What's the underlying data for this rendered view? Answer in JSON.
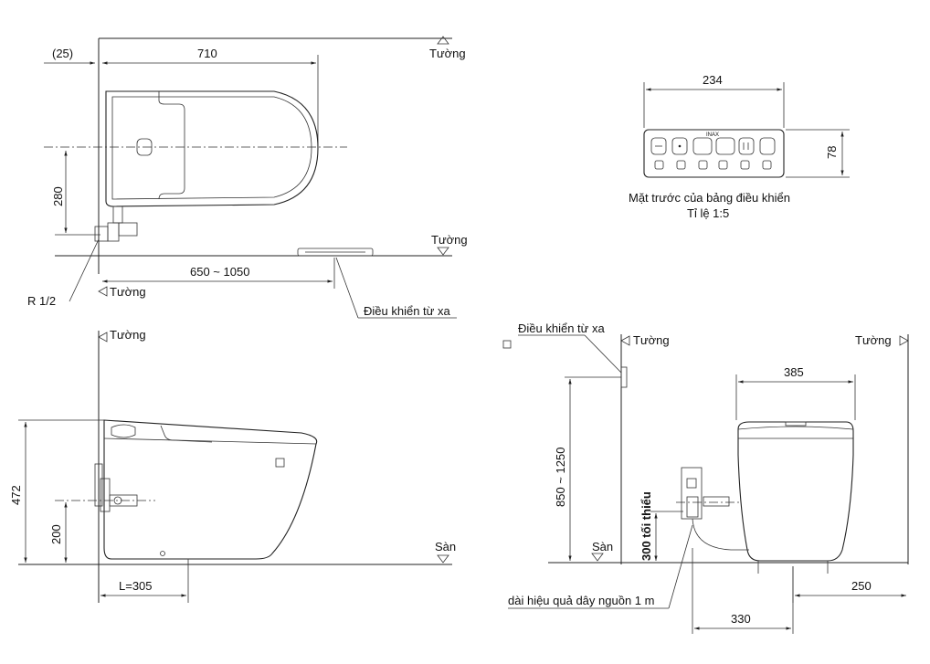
{
  "labels": {
    "top_wall_right": "Tường",
    "top_mid_wall": "Tường",
    "top_left_wall": "Tường",
    "dim_25": "(25)",
    "dim_710": "710",
    "dim_280": "280",
    "dim_650_1050": "650 ~ 1050",
    "r12": "R 1/2",
    "remote": "Điều khiển từ xa",
    "panel_width": "234",
    "panel_height": "78",
    "panel_caption": "Mặt trước của bảng điều khiển",
    "panel_scale": "Tỉ lệ 1:5",
    "panel_brand": "INAX",
    "side_wall": "Tường",
    "dim_472": "472",
    "dim_200": "200",
    "floor_left": "Sàn",
    "dim_l305": "L=305",
    "front_remote": "Điều khiển từ xa",
    "front_wall_left": "Tường",
    "front_wall_right": "Tường",
    "dim_385": "385",
    "dim_850_1250": "850 ~ 1250",
    "dim_300_min": "300 tối thiểu",
    "floor_right": "Sàn",
    "cable": "dài hiệu quả dây nguồn 1 m",
    "dim_330": "330",
    "dim_250": "250"
  }
}
